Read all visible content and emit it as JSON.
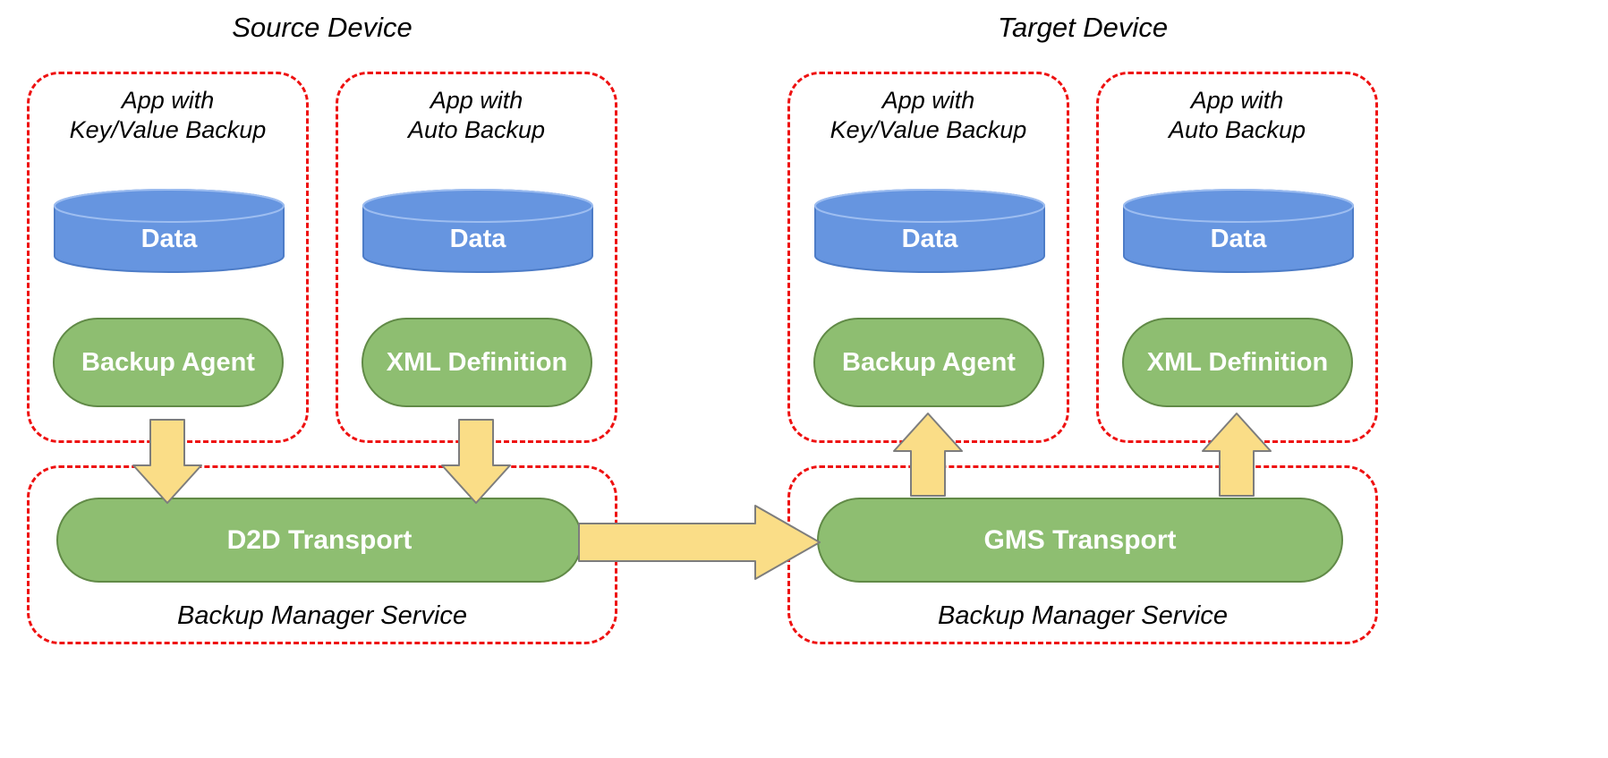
{
  "source": {
    "title": "Source Device",
    "apps": [
      {
        "name": [
          "App with",
          "Key/Value Backup"
        ],
        "data": "Data",
        "node": "Backup Agent"
      },
      {
        "name": [
          "App with",
          "Auto Backup"
        ],
        "data": "Data",
        "node": "XML Definition"
      }
    ],
    "manager": {
      "node": "D2D Transport",
      "label": "Backup Manager Service"
    }
  },
  "target": {
    "title": "Target Device",
    "apps": [
      {
        "name": [
          "App with",
          "Key/Value Backup"
        ],
        "data": "Data",
        "node": "Backup Agent"
      },
      {
        "name": [
          "App with",
          "Auto Backup"
        ],
        "data": "Data",
        "node": "XML Definition"
      }
    ],
    "manager": {
      "node": "GMS Transport",
      "label": "Backup Manager Service"
    }
  },
  "icons": {
    "down_arrow": "block-arrow-down",
    "up_arrow": "block-arrow-up",
    "right_arrow": "block-arrow-right",
    "cylinder": "database-cylinder"
  },
  "colors": {
    "red_dashed": "#ee1111",
    "blue_fill": "#6695e0",
    "blue_stroke": "#4d7cc7",
    "blue_top_stroke": "#9dbdf0",
    "green_fill": "#8ebe71",
    "green_stroke": "#618a47",
    "yellow_fill": "#fadd87",
    "arrow_stroke": "#7d7d7d",
    "label_text": "#000000",
    "node_text": "#ffffff"
  }
}
